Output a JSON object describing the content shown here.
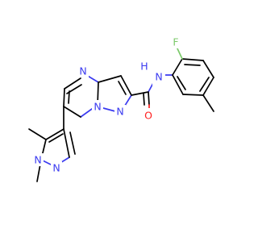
{
  "atoms": {
    "n_pyrimidine": {
      "text": "N",
      "color": "#3b3bf0"
    },
    "n_bridge": {
      "text": "N",
      "color": "#3b3bf0"
    },
    "n_pyrazole": {
      "text": "N",
      "color": "#3b3bf0"
    },
    "amide_nh": {
      "text": "N",
      "sub": "H",
      "color": "#3b3bf0"
    },
    "carbonyl_o": {
      "text": "O",
      "color": "#ff2020"
    },
    "fluorine": {
      "text": "F",
      "color": "#7cc96b"
    },
    "n_methyl": {
      "text": "N",
      "color": "#3b3bf0"
    },
    "n_imine": {
      "text": "N",
      "color": "#3b3bf0"
    }
  }
}
